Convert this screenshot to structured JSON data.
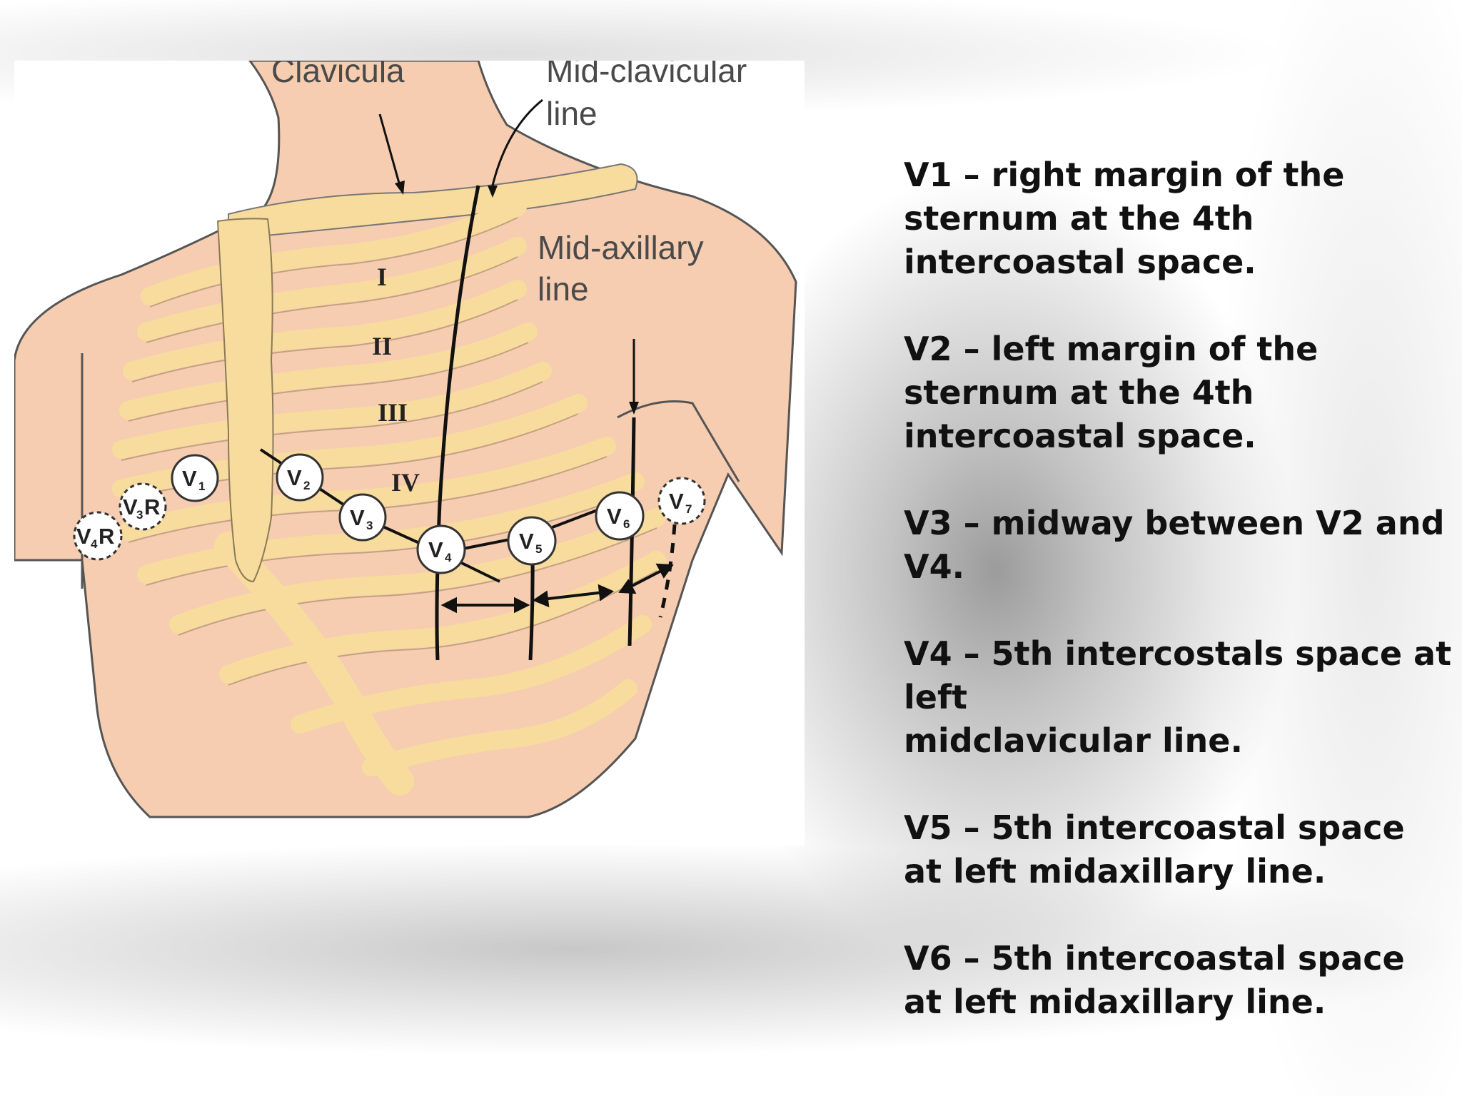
{
  "diagram": {
    "labels": {
      "clavicula": "Clavicula",
      "mid_clavicular_1": "Mid-clavicular",
      "mid_clavicular_2": "line",
      "mid_axillary_1": "Mid-axillary",
      "mid_axillary_2": "line"
    },
    "ribs": [
      "I",
      "II",
      "III",
      "IV"
    ],
    "leads": [
      {
        "main": "V",
        "sub": "1",
        "suffix": ""
      },
      {
        "main": "V",
        "sub": "2",
        "suffix": ""
      },
      {
        "main": "V",
        "sub": "3",
        "suffix": ""
      },
      {
        "main": "V",
        "sub": "4",
        "suffix": ""
      },
      {
        "main": "V",
        "sub": "5",
        "suffix": ""
      },
      {
        "main": "V",
        "sub": "6",
        "suffix": ""
      },
      {
        "main": "V",
        "sub": "7",
        "suffix": ""
      },
      {
        "main": "V",
        "sub": "3",
        "suffix": "R"
      },
      {
        "main": "V",
        "sub": "4",
        "suffix": "R"
      }
    ],
    "colors": {
      "skin": "#f6cdb0",
      "bone": "#f8dc9e",
      "outline": "#555555",
      "electrode_fill": "#ffffff"
    }
  },
  "descriptions": [
    "V1 – right margin of the\nsternum at the 4th\nintercoastal space.",
    "V2 – left margin of the\nsternum at the 4th\nintercoastal space.",
    "V3 – midway between V2 and\nV4.",
    "V4 – 5th intercostals space at\nleft\nmidclavicular line.",
    "V5 – 5th intercoastal space\nat left midaxillary line.",
    "V6 – 5th intercoastal space\nat left midaxillary line."
  ]
}
